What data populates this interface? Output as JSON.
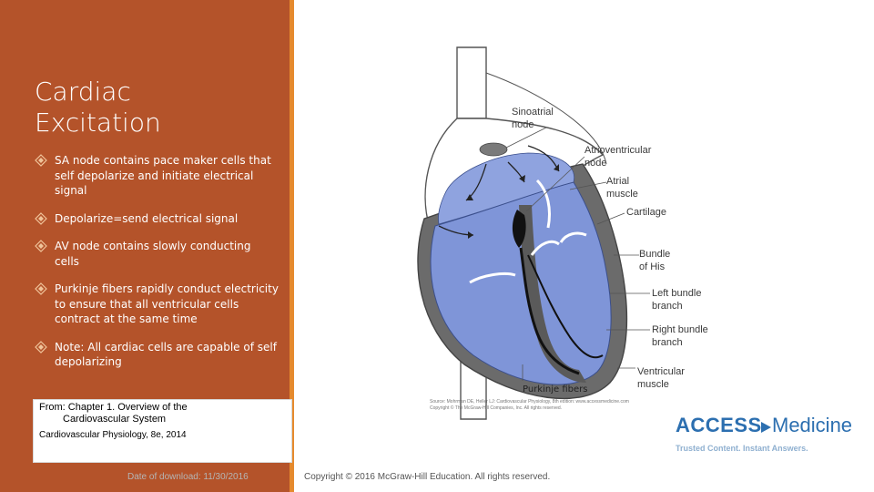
{
  "slide": {
    "title_line1": "Cardiac",
    "title_line2": "Excitation",
    "bullets": [
      "SA node contains pace maker cells that self depolarize and initiate electrical signal",
      "Depolarize=send electrical signal",
      "AV node contains slowly conducting cells",
      "Purkinje fibers rapidly conduct electricity to ensure that all ventricular cells contract at the same time",
      "Note: All cardiac cells are capable of self depolarizing"
    ]
  },
  "from_box": {
    "line1": "From: Chapter 1. Overview of the",
    "line2": "Cardiovascular System",
    "line3": "Cardiovascular Physiology, 8e,  2014"
  },
  "footer": {
    "date": "Date of download:  11/30/2016",
    "copyright": "Copyright © 2016 McGraw-Hill Education. All rights reserved."
  },
  "figure": {
    "labels": {
      "sinoatrial": "Sinoatrial\nnode",
      "atrioventricular": "Atrioventricular\nnode",
      "atrial_muscle": "Atrial\nmuscle",
      "cartilage": "Cartilage",
      "bundle_his": "Bundle\nof His",
      "left_bundle": "Left bundle\nbranch",
      "right_bundle": "Right bundle\nbranch",
      "ventricular_muscle": "Ventricular\nmuscle"
    },
    "purkinje_label": "Purkinje fibers",
    "source": "Source: Mohrman DE, Heller LJ: Cardiovascular Physiology, 8th edition: www.accessmedicine.com Copyright © The McGraw-Hill Companies, Inc. All rights reserved."
  },
  "logo": {
    "access": "ACCESS",
    "medicine": "Medicine",
    "tagline": "Trusted Content. Instant Answers."
  },
  "colors": {
    "panel": "#b4532a",
    "accent": "#e58a2e",
    "heart_blue": "#7f95d8",
    "logo_blue": "#2c6fb0"
  }
}
